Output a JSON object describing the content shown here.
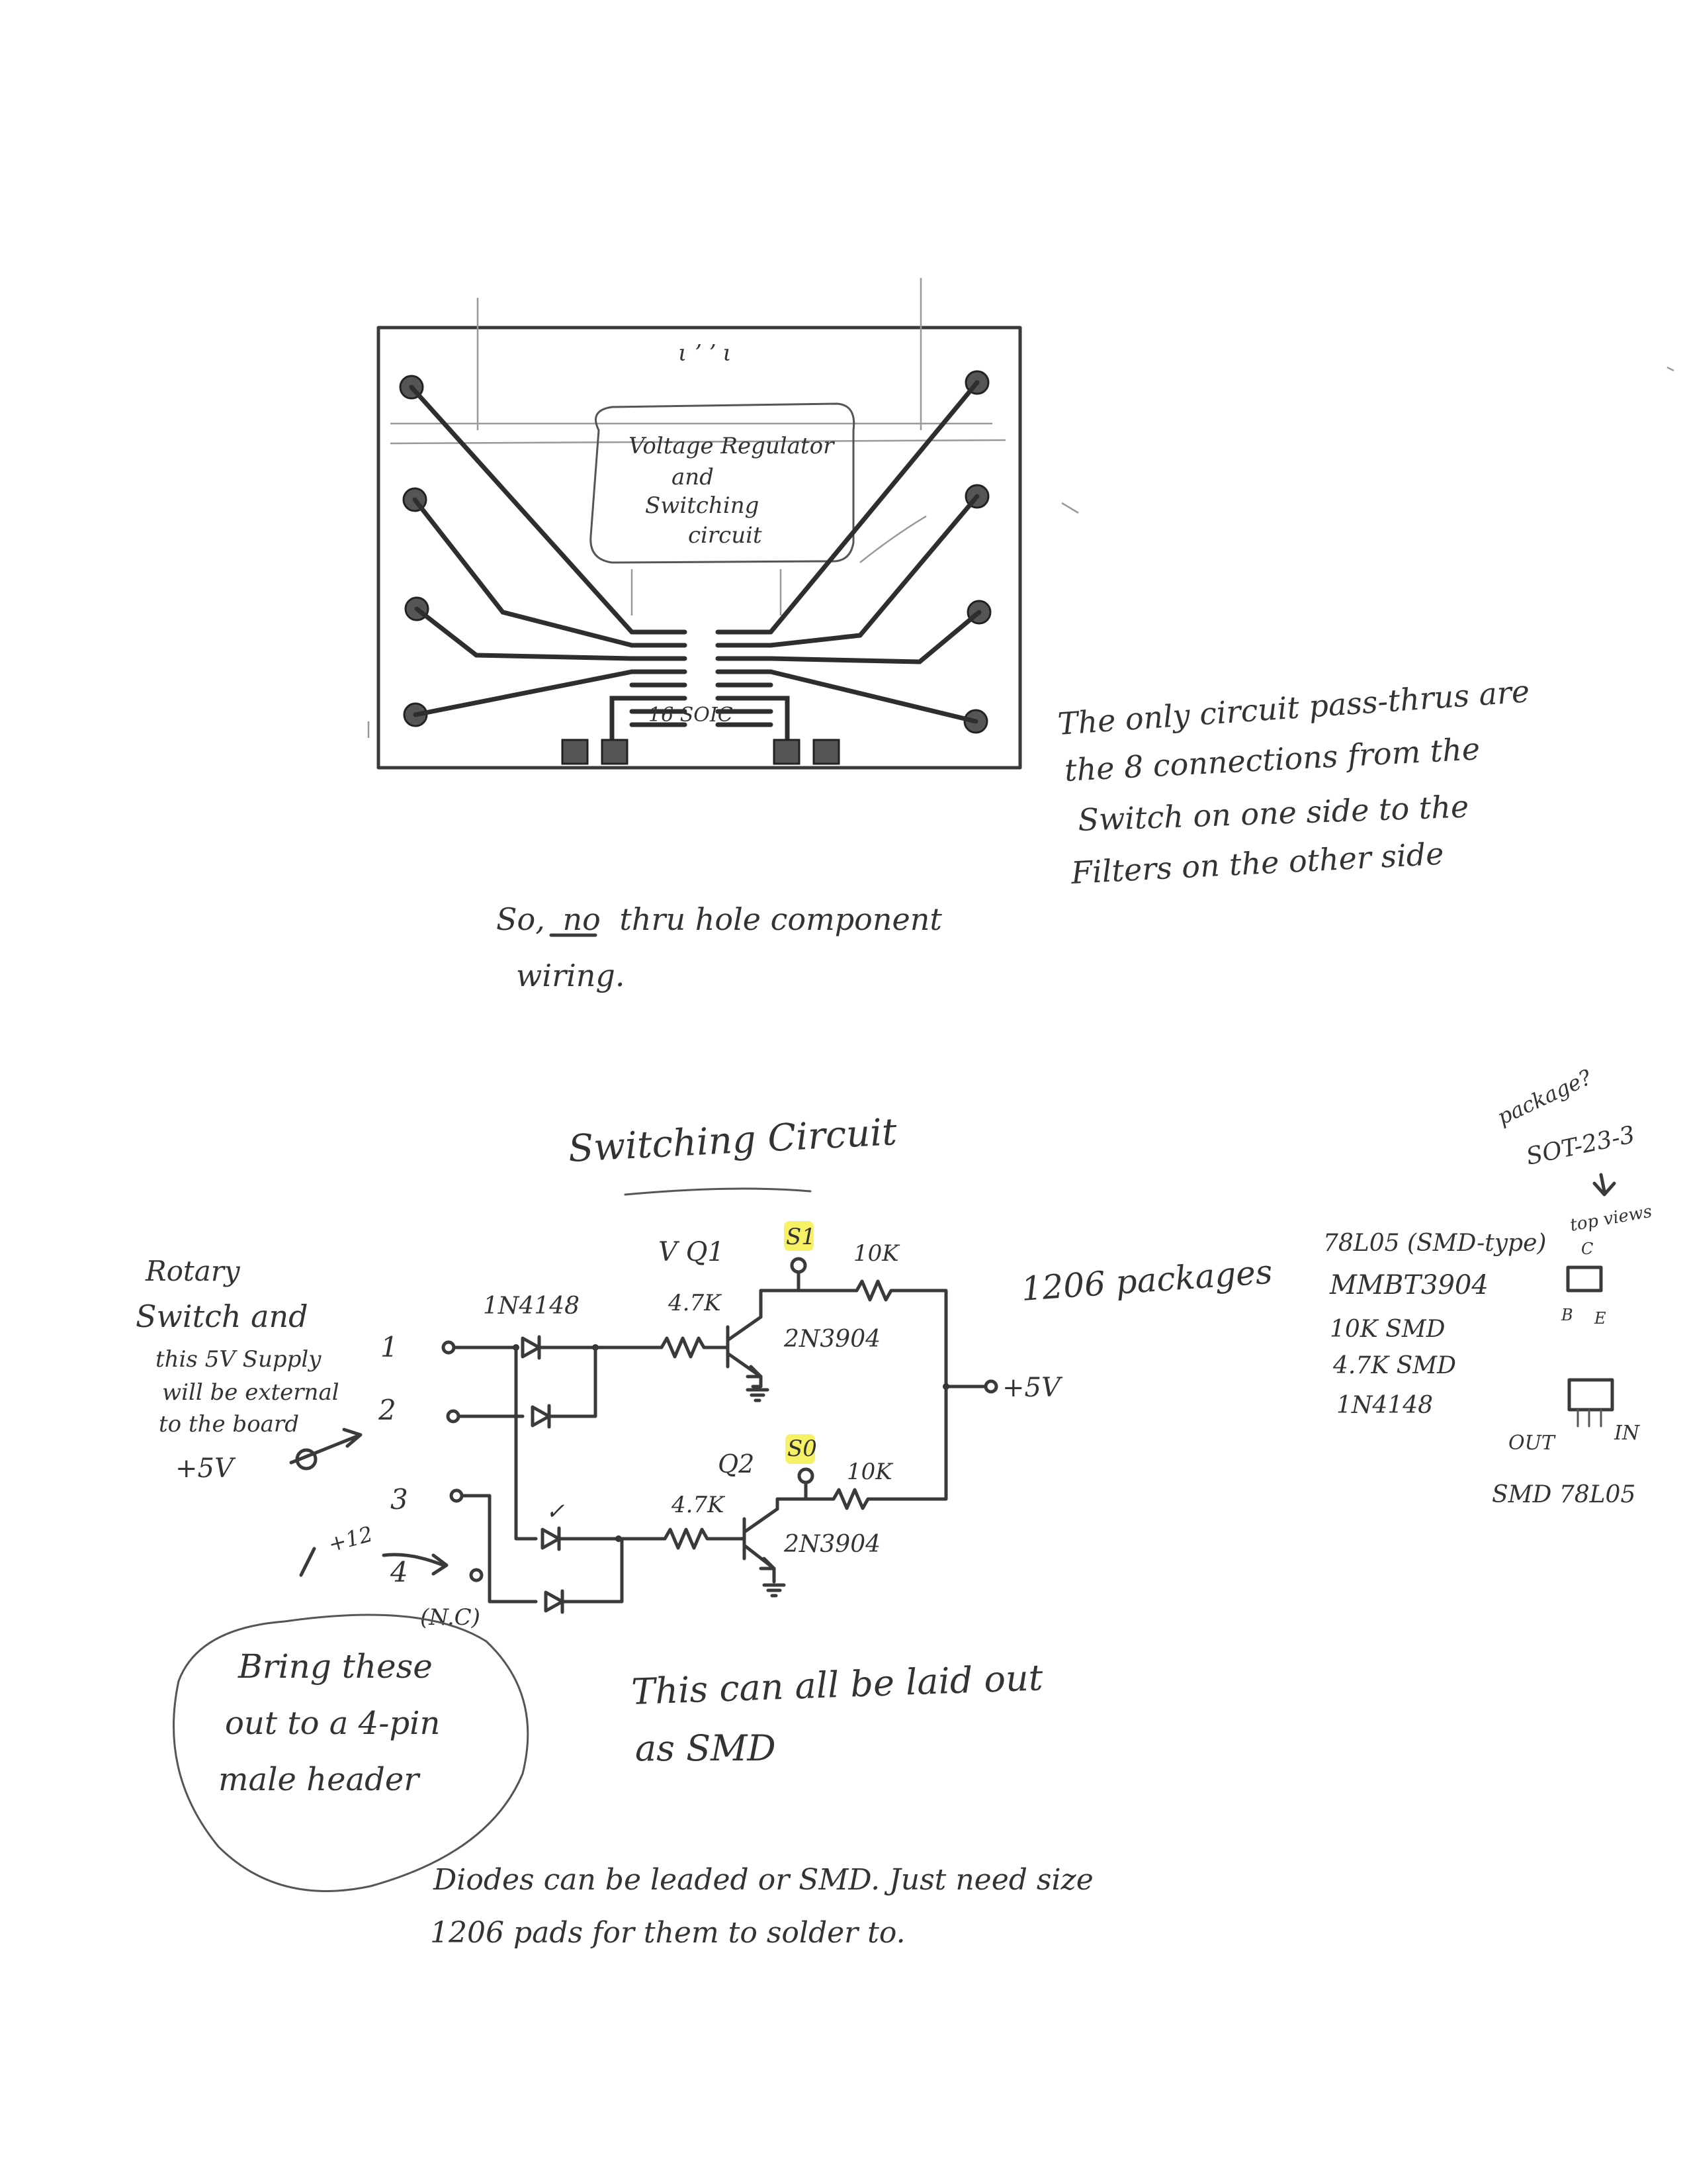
{
  "board_sketch": {
    "block_label_line1": "Voltage Regulator",
    "block_label_line2": "and",
    "block_label_line3": "Switching",
    "block_label_line4": "circuit",
    "ic_label": "16 SOIC"
  },
  "note_passthru": {
    "line1": "The only circuit pass-thrus are",
    "line2": "the 8 connections from the",
    "line3": "Switch on one side to the",
    "line4": "Filters on the other side"
  },
  "note_thru_hole": {
    "line1_prefix": "So,",
    "line1_emphasis": "no",
    "line1_suffix": "thru hole component",
    "line2": "wiring."
  },
  "switching_title": "Switching Circuit",
  "rotary_note": {
    "line1": "Rotary",
    "line2": "Switch and",
    "line3": "this 5V Supply",
    "line4": "will be external",
    "line5": "to the board",
    "plus5v": "+5V"
  },
  "schematic": {
    "inputs": [
      "1",
      "2",
      "3",
      "4"
    ],
    "nc_label": "(N.C)",
    "header_to": "+12",
    "diode_label": "1N4148",
    "q1_label": "V Q1",
    "q2_label": "Q2",
    "r_base_1": "4.7K",
    "r_base_2": "4.7K",
    "r_coll_1": "10K",
    "r_coll_2": "10K",
    "out_s1": "S1",
    "out_s0": "S0",
    "transistor_1": "2N3904",
    "transistor_2": "2N3904",
    "supply": "+5V",
    "checkmark": "✓",
    "highlight_color": "#f5ef4a"
  },
  "package_note": "1206 packages",
  "parts_list": [
    "78L05 (SMD-type)",
    "MMBT3904",
    "10K SMD",
    "4.7K SMD",
    "1N4148"
  ],
  "sot_note": {
    "line1": "package?",
    "line2": "SOT-23-3",
    "top_views": "top views",
    "pin_c": "C",
    "pin_b": "B",
    "pin_e": "E",
    "out": "OUT",
    "in": "IN",
    "reg_label": "SMD 78L05"
  },
  "header_bubble": {
    "line1": "Bring these",
    "line2": "out to a 4-pin",
    "line3": "male header"
  },
  "smd_note": {
    "line1": "This can all be laid out",
    "line2": "as SMD"
  },
  "diodes_note": {
    "line1": "Diodes can be leaded or SMD. Just need size",
    "line2": "1206 pads for them to solder to."
  }
}
